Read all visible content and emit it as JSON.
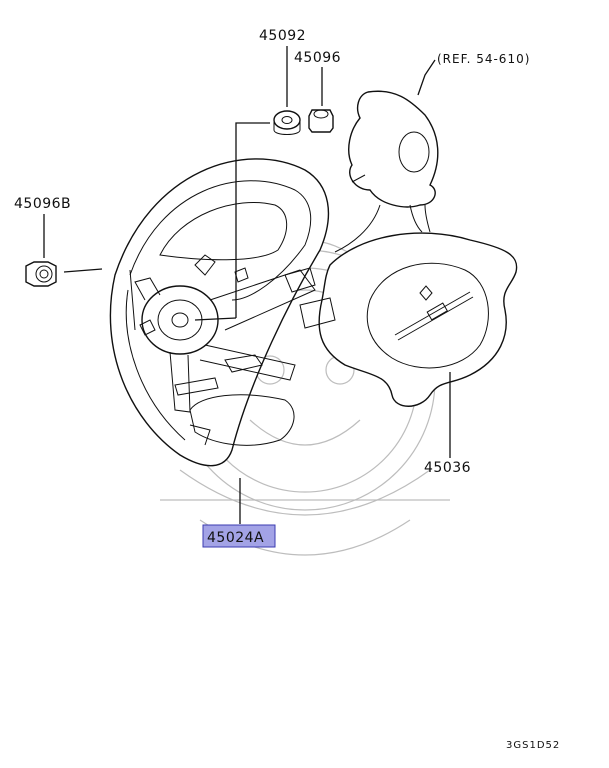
{
  "parts": {
    "p45092": "45092",
    "p45096": "45096",
    "p45096b": "45096B",
    "p45036": "45036",
    "p45024a": "45024A"
  },
  "reference": "(REF. 54-610)",
  "diagram_code": "3GS1D52",
  "colors": {
    "highlight_fill": "#a3a3e6",
    "highlight_border": "#3b3bb0",
    "line": "#111111",
    "watermark": "#bdbdbd"
  }
}
